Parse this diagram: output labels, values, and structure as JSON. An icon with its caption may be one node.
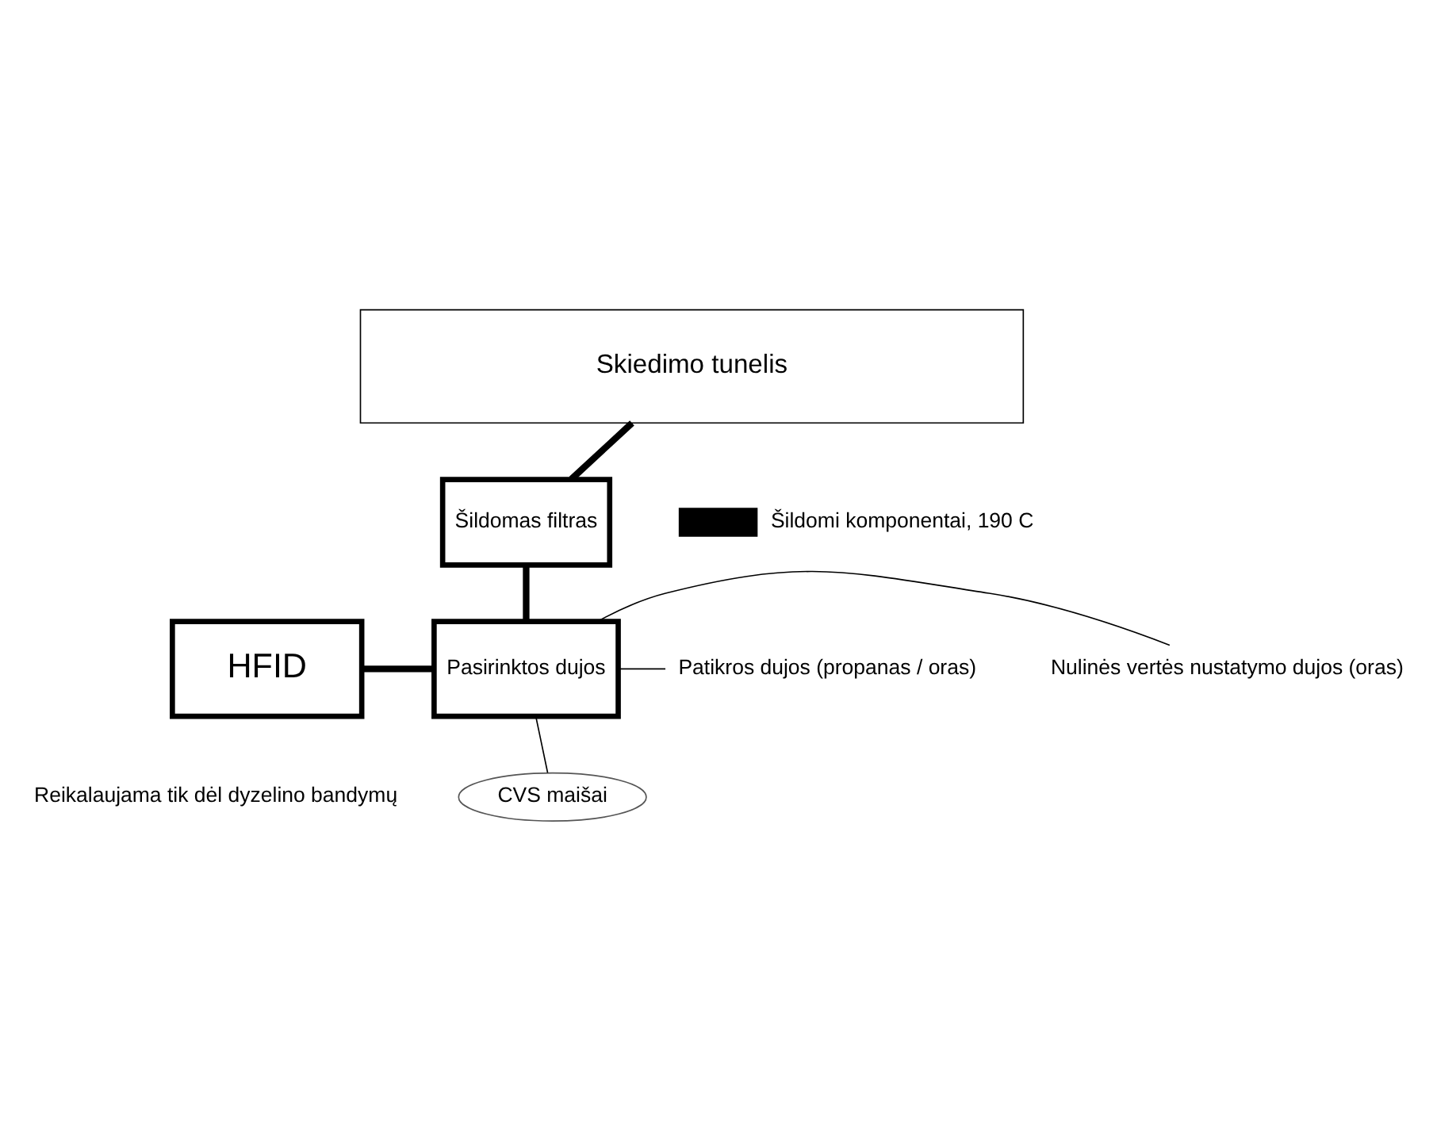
{
  "diagram": {
    "nodes": [
      {
        "text": [
          "Skiedimo tunelis"
        ]
      },
      {
        "text": [
          "Šildomas filtras"
        ]
      },
      {
        "text": [
          "HFID"
        ]
      },
      {
        "text": [
          "Pasirinktos dujos"
        ]
      },
      {
        "text": [
          "Nulinės vertės nustatymo dujos (oras)"
        ]
      },
      {
        "text": [
          "Patikros dujos (propanas / oras)"
        ]
      },
      {
        "text": [
          "CVS maišai"
        ]
      }
    ],
    "edges": [
      {
        "from": 0,
        "to": 1,
        "arrow": "none",
        "style": "thick"
      },
      {
        "from": 1,
        "to": 3,
        "arrow": "none",
        "style": "thick"
      },
      {
        "from": 2,
        "to": 3,
        "arrow": "none",
        "style": "thick"
      },
      {
        "from": 3,
        "to": 4,
        "arrow": "none"
      },
      {
        "from": 3,
        "to": 5,
        "arrow": "none"
      },
      {
        "from": 3,
        "to": 6,
        "arrow": "none"
      }
    ],
    "labels": [
      "Reikalaujama tik dėl dyzelino bandymų"
    ],
    "legend": [
      {
        "text": "Šildomi komponentai, 190 C"
      }
    ]
  }
}
